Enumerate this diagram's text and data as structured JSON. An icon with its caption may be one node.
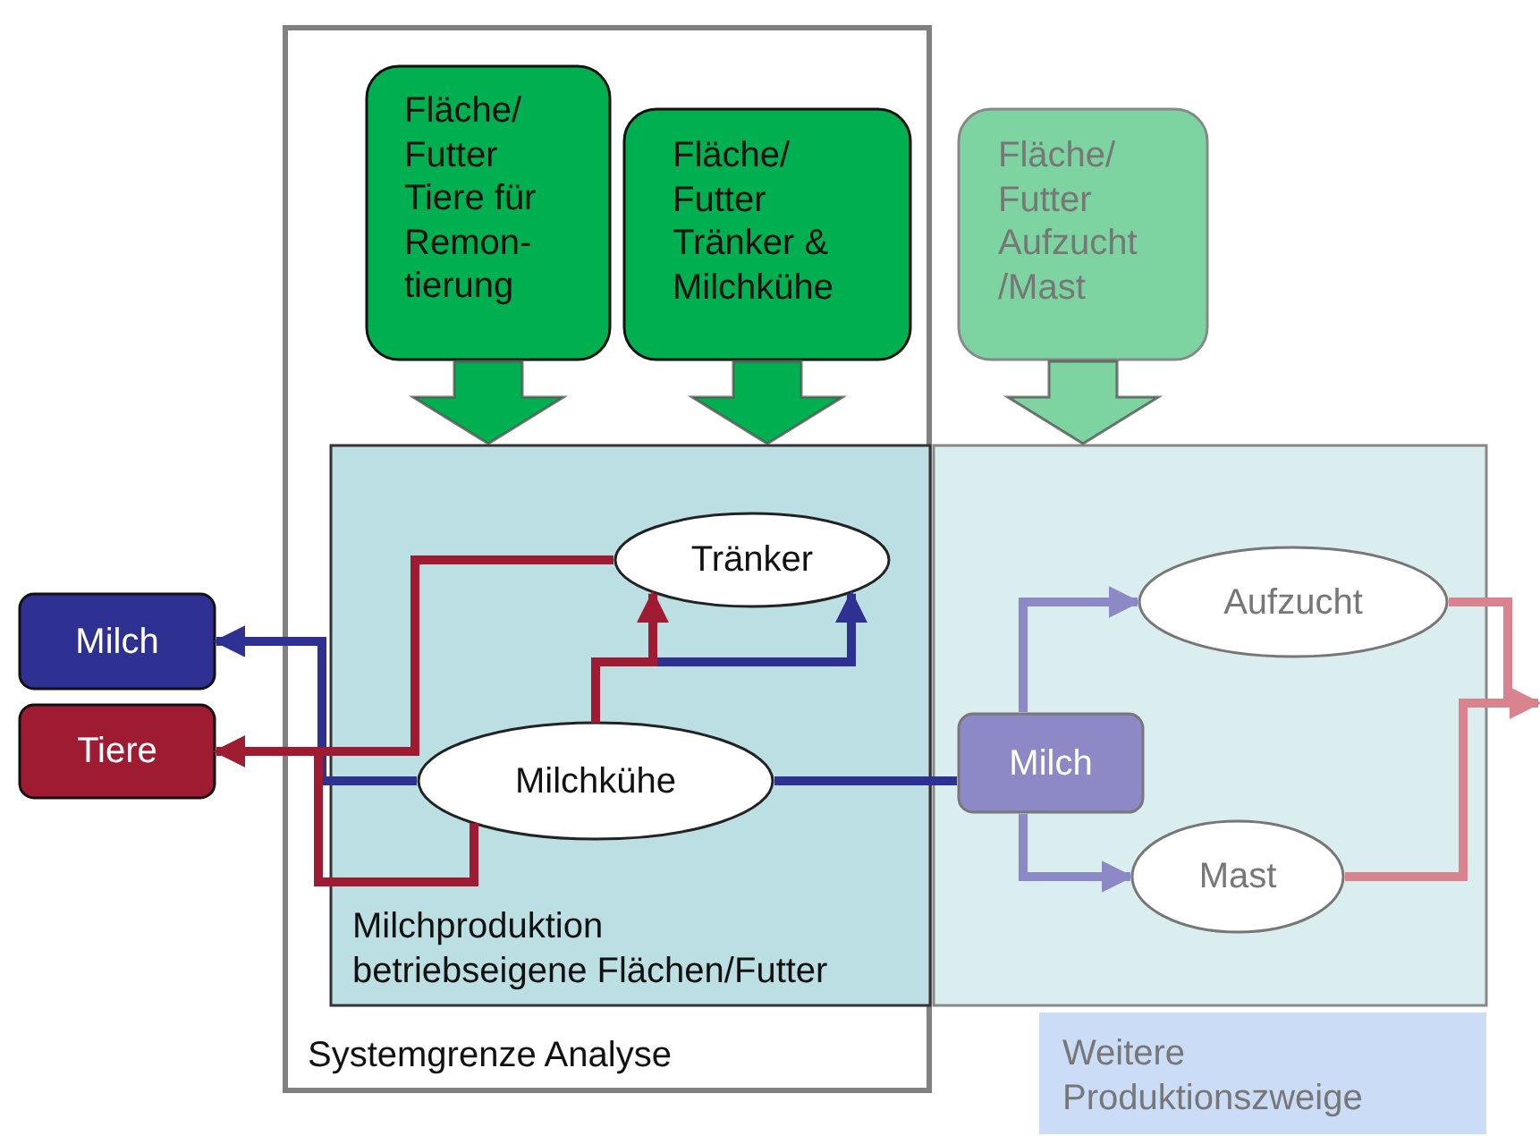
{
  "diagram": {
    "nodes": [
      {
        "text": [
          "Systemgrenze Analyse"
        ]
      },
      {
        "text": [
          "Milchproduktion betriebseigene Flächen/Futter"
        ],
        "in": 0
      },
      {
        "text": [],
        "shape": "box"
      },
      {
        "text": [
          "Weitere Produktionszweige"
        ]
      },
      {
        "text": [
          "Fläche/ Futter Tiere für Remon- tierung"
        ],
        "in": 0
      },
      {
        "text": [
          "Fläche/ Futter Tränker & Milchkühe"
        ],
        "in": 0
      },
      {
        "text": [
          "Fläche/ Futter Aufzucht /Mast"
        ]
      },
      {
        "text": [
          "Milch"
        ]
      },
      {
        "text": [
          "Tiere"
        ]
      },
      {
        "text": [
          "Tränker"
        ],
        "in": 1
      },
      {
        "text": [
          "Milchkühe"
        ],
        "in": 1
      },
      {
        "text": [
          "Milch"
        ],
        "in": 2
      },
      {
        "text": [
          "Aufzucht"
        ],
        "in": 2
      },
      {
        "text": [
          "Mast"
        ],
        "in": 2
      }
    ],
    "edges": [
      {
        "from": 4,
        "to": 1,
        "arrow": "to",
        "style": "thick",
        "color": "#00b050"
      },
      {
        "from": 5,
        "to": 1,
        "arrow": "to",
        "style": "thick",
        "color": "#00b050"
      },
      {
        "from": 6,
        "to": 2,
        "arrow": "to",
        "style": "thick",
        "color": "#7dd4a0"
      },
      {
        "from": 10,
        "to": 7,
        "arrow": "to",
        "color": "#2e3192"
      },
      {
        "from": 9,
        "to": 8,
        "arrow": "to",
        "color": "#9e1b32"
      },
      {
        "from": 10,
        "to": 8,
        "arrow": "to",
        "color": "#9e1b32"
      },
      {
        "from": 10,
        "to": 9,
        "arrow": "to",
        "color": "#2e3192"
      },
      {
        "from": 10,
        "to": 9,
        "arrow": "to",
        "color": "#9e1b32"
      },
      {
        "from": 10,
        "to": 11,
        "arrow": "none",
        "color": "#2e3192"
      },
      {
        "from": 11,
        "to": 12,
        "arrow": "to",
        "color": "#8c89c6"
      },
      {
        "from": 11,
        "to": 13,
        "arrow": "to",
        "color": "#8c89c6"
      },
      {
        "from": 12,
        "to": null,
        "arrow": "to",
        "color": "#d9838f"
      },
      {
        "from": 13,
        "to": null,
        "arrow": "to",
        "color": "#d9838f"
      }
    ]
  }
}
